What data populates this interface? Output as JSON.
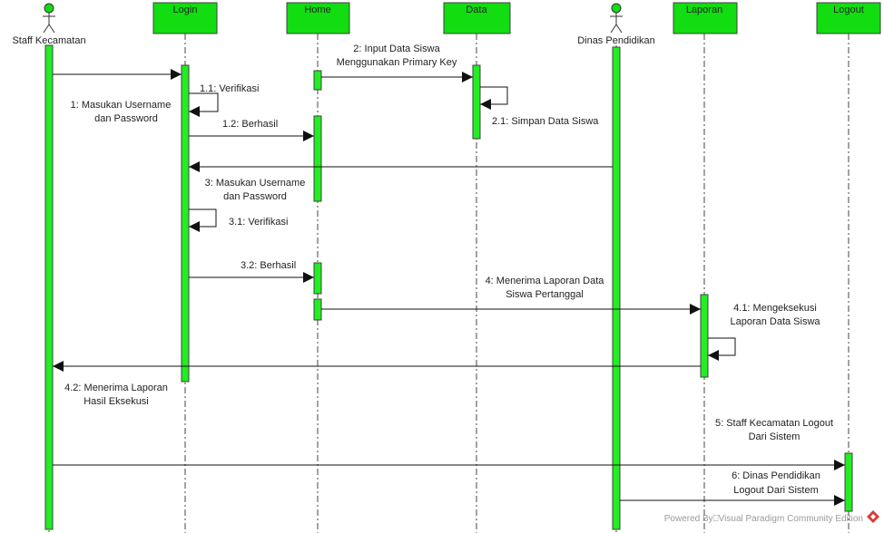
{
  "colors": {
    "participant_fill": "#11dd11",
    "activation_fill": "#22ee22",
    "line": "#111111",
    "footer_logo": "#d83a3a"
  },
  "participants": [
    {
      "id": "staff",
      "name": "Staff Kecamatan",
      "kind": "actor"
    },
    {
      "id": "login",
      "name": "Login",
      "kind": "box"
    },
    {
      "id": "home",
      "name": "Home",
      "kind": "box"
    },
    {
      "id": "data",
      "name": "Data",
      "kind": "box"
    },
    {
      "id": "dinas",
      "name": "Dinas Pendidikan",
      "kind": "actor"
    },
    {
      "id": "laporan",
      "name": "Laporan",
      "kind": "box"
    },
    {
      "id": "logout",
      "name": "Logout",
      "kind": "box"
    }
  ],
  "messages": [
    {
      "id": "m1",
      "from": "staff",
      "to": "login",
      "label": [
        "1: Masukan Username",
        "dan Password"
      ]
    },
    {
      "id": "m1_1",
      "from": "login",
      "to": "login",
      "label": [
        "1.1:  Verifikasi"
      ]
    },
    {
      "id": "m1_2",
      "from": "login",
      "to": "home",
      "label": [
        "1.2: Berhasil"
      ]
    },
    {
      "id": "m2",
      "from": "home",
      "to": "data",
      "label": [
        "2: Input Data Siswa",
        "Menggunakan Primary Key"
      ]
    },
    {
      "id": "m2_1",
      "from": "data",
      "to": "data",
      "label": [
        "2.1: Simpan Data Siswa"
      ]
    },
    {
      "id": "m3",
      "from": "dinas",
      "to": "login",
      "label": [
        "3: Masukan Username",
        "dan Password"
      ]
    },
    {
      "id": "m3_1",
      "from": "login",
      "to": "login",
      "label": [
        "3.1:  Verifikasi"
      ]
    },
    {
      "id": "m3_2",
      "from": "login",
      "to": "home",
      "label": [
        "3.2: Berhasil"
      ]
    },
    {
      "id": "m4",
      "from": "home",
      "to": "laporan",
      "label": [
        "4: Menerima Laporan Data",
        "Siswa Pertanggal"
      ]
    },
    {
      "id": "m4_1",
      "from": "laporan",
      "to": "laporan",
      "label": [
        "4.1: Mengeksekusi",
        "Laporan Data Siswa"
      ]
    },
    {
      "id": "m4_2",
      "from": "laporan",
      "to": "staff",
      "label": [
        "4.2: Menerima Laporan",
        "Hasil Eksekusi"
      ]
    },
    {
      "id": "m5",
      "from": "staff",
      "to": "logout",
      "label": [
        "5: Staff Kecamatan Logout",
        "Dari Sistem"
      ]
    },
    {
      "id": "m6",
      "from": "dinas",
      "to": "logout",
      "label": [
        "6: Dinas Pendidikan",
        "Logout Dari Sistem"
      ]
    }
  ],
  "footer": {
    "text": "Powered By⎕Visual Paradigm Community Edition",
    "logo_icon": "visual-paradigm-logo-icon"
  }
}
